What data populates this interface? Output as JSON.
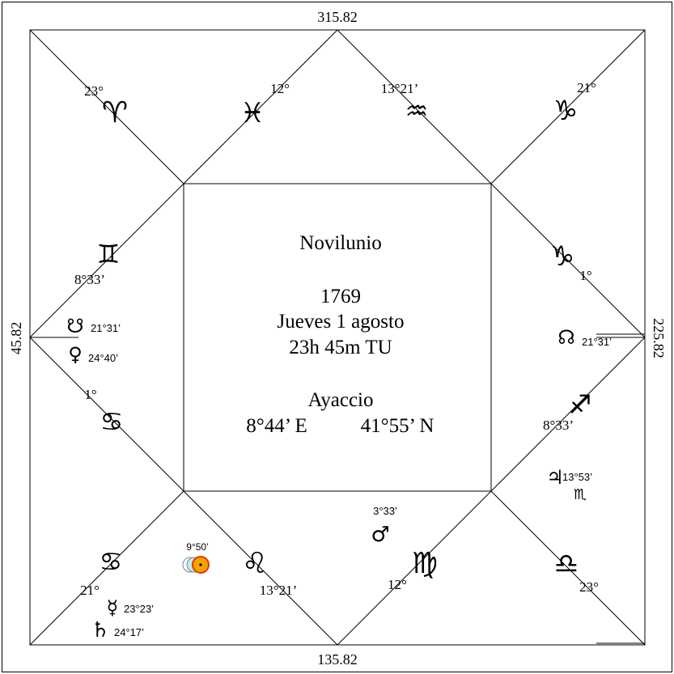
{
  "title": "Novilunio",
  "year": "1769",
  "date": "Jueves 1 agosto",
  "time": "23h 45m TU",
  "place": "Ayaccio",
  "longitude": "8°44’ E",
  "latitude": "41°55’ N",
  "axis": {
    "top": "315.82",
    "bottom": "135.82",
    "left": "45.82",
    "right": "225.82"
  },
  "cusps": {
    "aries_deg": "23°",
    "pisces_deg": "12°",
    "aquarius_deg": "13°21’",
    "capricorn_top_deg": "21°",
    "gemini_deg": "8°33’",
    "capricorn_right_deg": "1°",
    "cancer_left_deg": "1°",
    "sagittarius_deg": "8°33’",
    "cancer_bottom_deg": "21°",
    "leo_deg": "13°21’",
    "virgo_deg": "12°",
    "libra_deg": "23°"
  },
  "planets": {
    "south_node_deg": "21°31’",
    "venus_deg": "24°40’",
    "north_node_deg": "21°31’",
    "jupiter_deg": "13°53’",
    "mars_deg": "3°33’",
    "sun_moon_deg": "9°50’",
    "mercury_deg": "23°23’",
    "saturn_deg": "24°17’"
  },
  "glyphs": {
    "aries": "♈︎",
    "pisces": "♓︎",
    "aquarius": "♒︎",
    "capricorn": "♑︎",
    "gemini": "♊︎",
    "cancer": "♋︎",
    "sagittarius": "♐︎",
    "leo": "♌︎",
    "virgo": "♍︎",
    "libra": "♎︎",
    "scorpio": "♏︎",
    "south_node": "☋",
    "north_node": "☊",
    "venus": "♀",
    "jupiter": "♃",
    "mars": "♂",
    "mercury": "☿",
    "saturn": "♄"
  },
  "colors": {
    "ink": "#000000",
    "sun_fill": "#f2a400",
    "sun_rim": "#e03a00",
    "moon_fill": "#bfeaf2"
  }
}
